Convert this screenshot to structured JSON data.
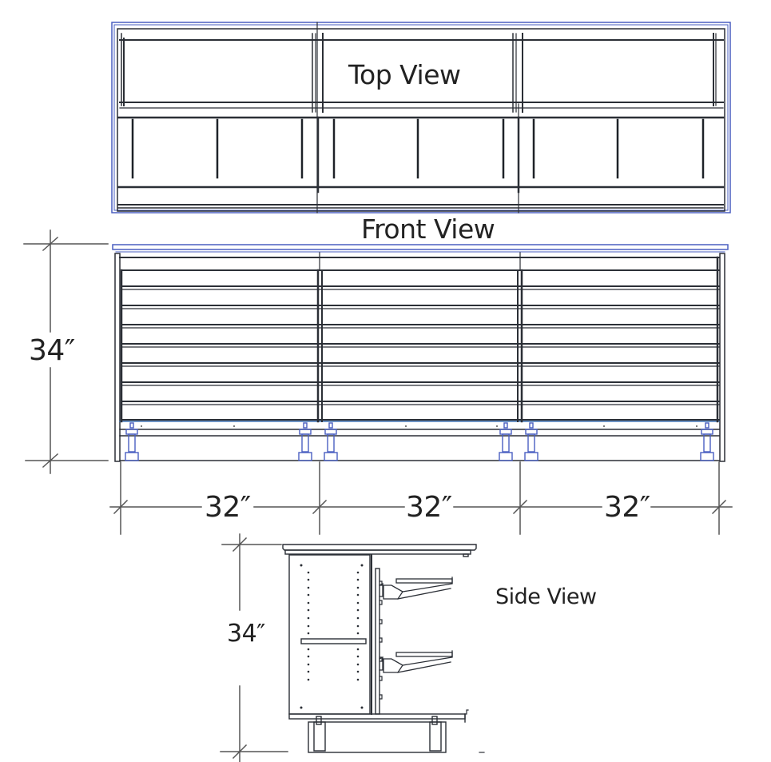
{
  "figure": {
    "subject": "Three-section counter / display fixture elevation drawings",
    "colors": {
      "line": "#2b2f36",
      "blue_outline": "#4a5fc1",
      "dim_line": "#555555",
      "text": "#222222"
    }
  },
  "views": {
    "top": {
      "title": "Top View",
      "sections": 3
    },
    "front": {
      "title": "Front View",
      "sections": 3,
      "horizontal_slats_per_section": 9
    },
    "side": {
      "title": "Side View",
      "shelves": 2
    }
  },
  "dimensions": {
    "front_height": "34″",
    "section_widths": [
      "32″",
      "32″",
      "32″"
    ],
    "side_height": "34″"
  }
}
